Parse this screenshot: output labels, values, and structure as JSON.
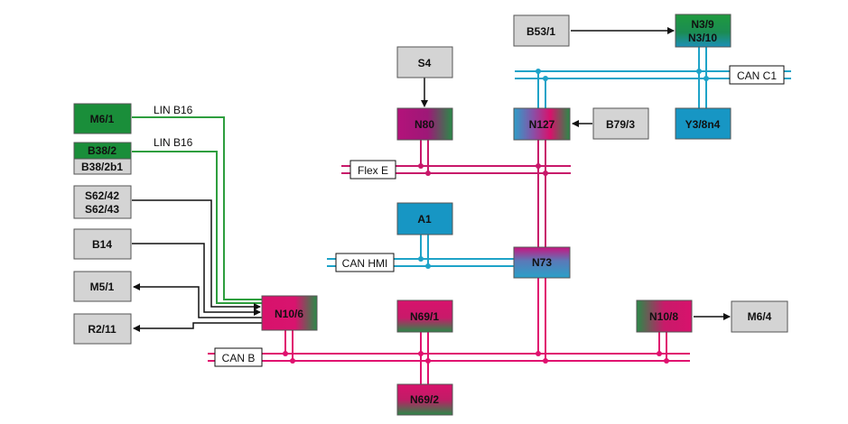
{
  "colors": {
    "can_b": "#e0116f",
    "flex_e": "#c8186a",
    "can_hmi": "#1ea3c8",
    "can_c1": "#1ea3c8",
    "lin": "#2e9e3e",
    "gray_box": "#d4d4d4",
    "green_box": "#1a8e3a",
    "blue_box": "#1796c4",
    "magenta_box": "#d8126c"
  },
  "buses": {
    "can_b": "CAN B",
    "flex_e": "Flex E",
    "can_hmi": "CAN HMI",
    "can_c1": "CAN C1"
  },
  "lin": {
    "m61": "LIN B16",
    "b382": "LIN B16"
  },
  "nodes": {
    "m6_1": "M6/1",
    "b38_2": "B38/2",
    "b38_2b1": "B38/2b1",
    "s62_42": "S62/42",
    "s62_43": "S62/43",
    "b14": "B14",
    "m5_1": "M5/1",
    "r2_11": "R2/11",
    "n10_6": "N10/6",
    "s4": "S4",
    "n80": "N80",
    "a1": "A1",
    "n69_1": "N69/1",
    "n69_2": "N69/2",
    "b53_1": "B53/1",
    "n3_9": "N3/9",
    "n3_10": "N3/10",
    "y3_8n4": "Y3/8n4",
    "n127": "N127",
    "b79_3": "B79/3",
    "n73": "N73",
    "n10_8": "N10/8",
    "m6_4": "M6/4"
  }
}
